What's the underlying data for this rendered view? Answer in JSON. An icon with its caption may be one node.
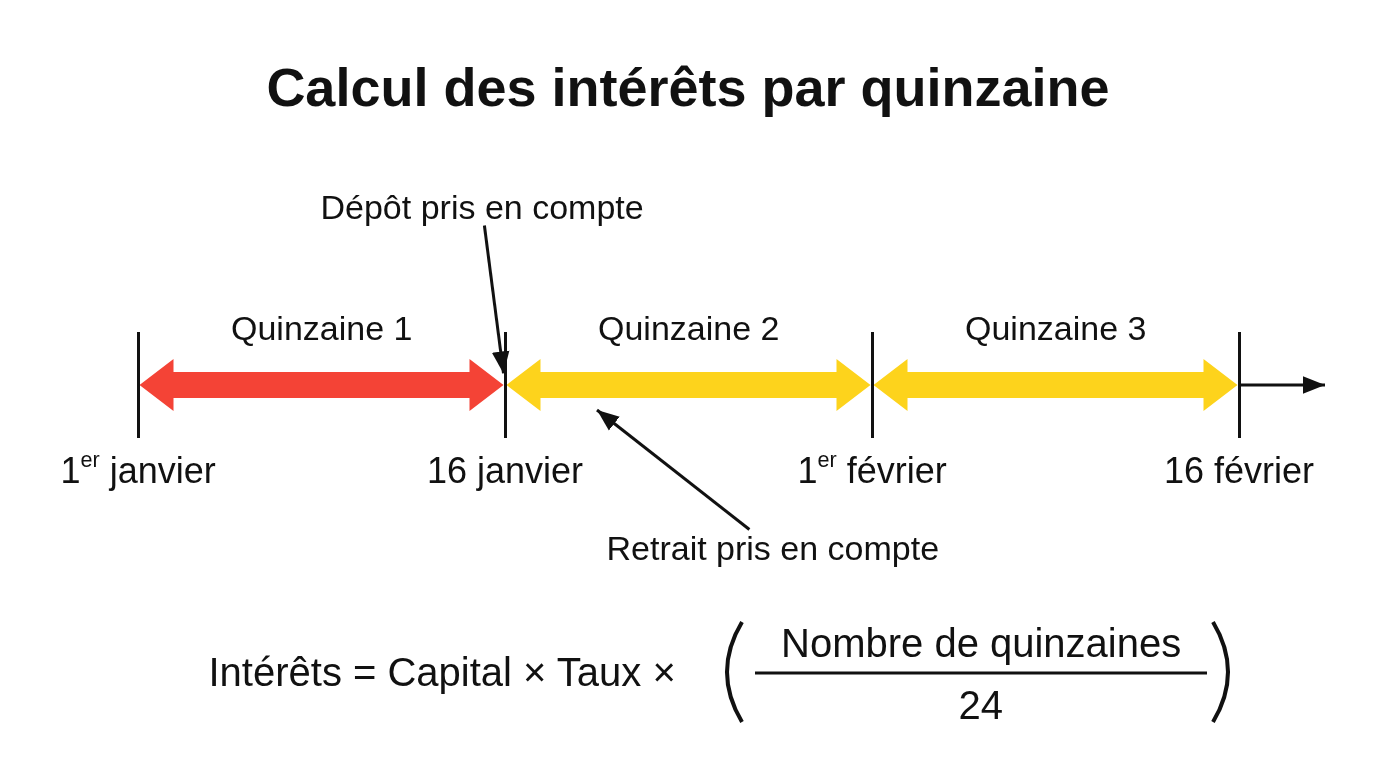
{
  "diagram": {
    "title": "Calcul des intérêts par quinzaine",
    "nodes": [
      {
        "text": [],
        "shape": "bar",
        "beside": [
          "1$^{er}$ janvier"
        ]
      },
      {
        "text": [],
        "shape": "bar",
        "beside": [
          "16 janvier"
        ]
      },
      {
        "text": [],
        "shape": "bar",
        "beside": [
          "1$^{er}$ février"
        ]
      },
      {
        "text": [],
        "shape": "bar",
        "beside": [
          "16 février"
        ]
      },
      {
        "text": [
          "Dépôt pris en compte"
        ]
      },
      {
        "text": [
          "Retrait pris en compte"
        ]
      }
    ],
    "edges": [
      {
        "from": 0,
        "to": 1,
        "arrow": "both",
        "label": "Quinzaine 1",
        "style": "thick",
        "color": "#f44336"
      },
      {
        "from": 1,
        "to": 2,
        "arrow": "both",
        "label": "Quinzaine 2",
        "style": "thick",
        "color": "#fdd31c"
      },
      {
        "from": 2,
        "to": 3,
        "arrow": "both",
        "label": "Quinzaine 3",
        "style": "thick",
        "color": "#fdd31c"
      },
      {
        "from": 3,
        "to": null,
        "arrow": "to"
      },
      {
        "from": 4,
        "to": 1,
        "arrow": "to"
      },
      {
        "from": 5,
        "to": null,
        "arrow": "to"
      }
    ],
    "labels": [
      "Intérêts = Capital × Taux ×",
      "Nombre de quinzaines",
      "24"
    ]
  }
}
